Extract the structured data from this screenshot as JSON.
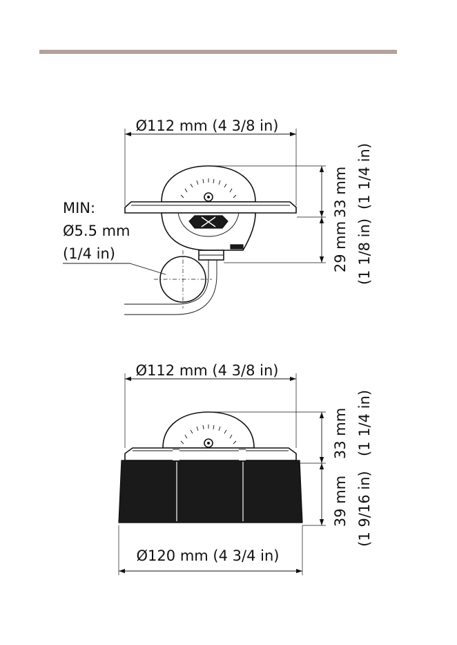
{
  "colors": {
    "header_rule": "#b4a19c",
    "ink": "#111111",
    "background": "#ffffff"
  },
  "figure_top": {
    "width_label": "Ø112 mm (4 3/8 in)",
    "min_cable_label_line1": "MIN:",
    "min_cable_label_line2": "Ø5.5 mm",
    "min_cable_label_line3": "(1/4 in)",
    "upper_height_mm": "33 mm",
    "upper_height_in": "(1 1/4 in)",
    "lower_height_mm": "29 mm",
    "lower_height_in": "(1 1/8 in)"
  },
  "figure_bottom": {
    "width_label": "Ø112 mm (4 3/8 in)",
    "base_width_label": "Ø120 mm (4 3/4 in)",
    "upper_height_mm": "33 mm",
    "upper_height_in": "(1 1/4 in)",
    "lower_height_mm": "39 mm",
    "lower_height_in": "(1 9/16 in)"
  }
}
